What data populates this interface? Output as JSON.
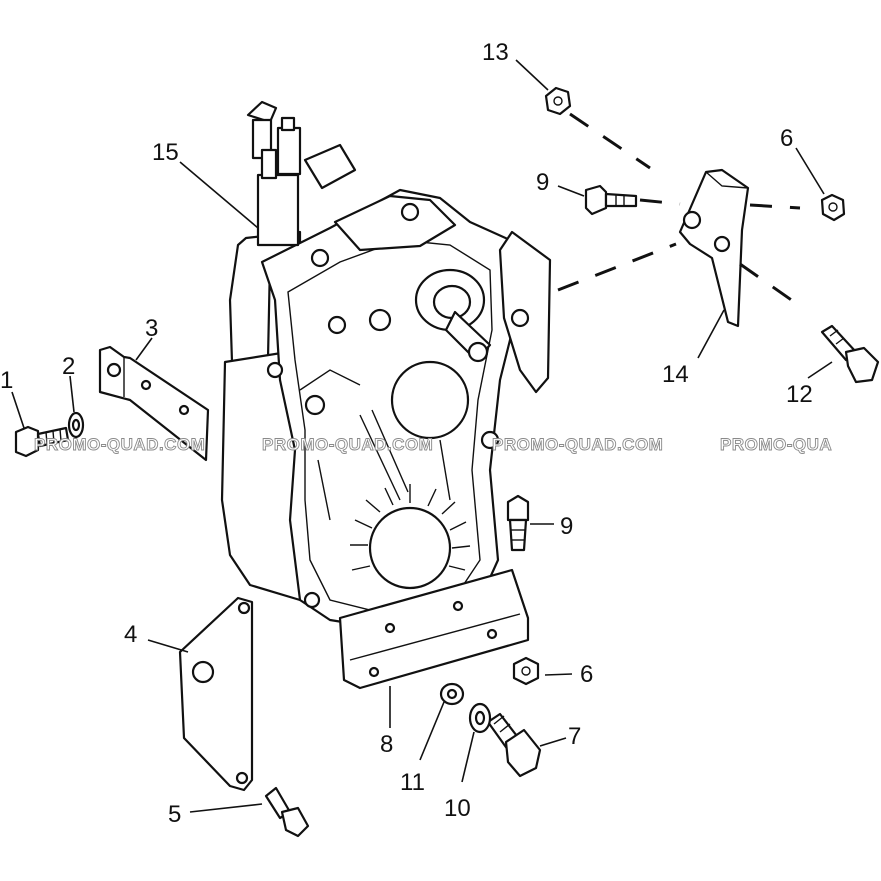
{
  "callouts": [
    {
      "id": "1",
      "text": "1"
    },
    {
      "id": "2",
      "text": "2"
    },
    {
      "id": "3",
      "text": "3"
    },
    {
      "id": "4",
      "text": "4"
    },
    {
      "id": "5",
      "text": "5"
    },
    {
      "id": "6a",
      "text": "6"
    },
    {
      "id": "6b",
      "text": "6"
    },
    {
      "id": "7",
      "text": "7"
    },
    {
      "id": "8",
      "text": "8"
    },
    {
      "id": "9a",
      "text": "9"
    },
    {
      "id": "9b",
      "text": "9"
    },
    {
      "id": "10",
      "text": "10"
    },
    {
      "id": "11",
      "text": "11"
    },
    {
      "id": "12",
      "text": "12"
    },
    {
      "id": "13",
      "text": "13"
    },
    {
      "id": "14",
      "text": "14"
    },
    {
      "id": "15",
      "text": "15"
    }
  ],
  "watermarks": [
    "PROMO-QUAD.COM",
    "PROMO-QUAD.COM",
    "PROMO-QUAD.COM",
    "PROMO-QUA"
  ]
}
